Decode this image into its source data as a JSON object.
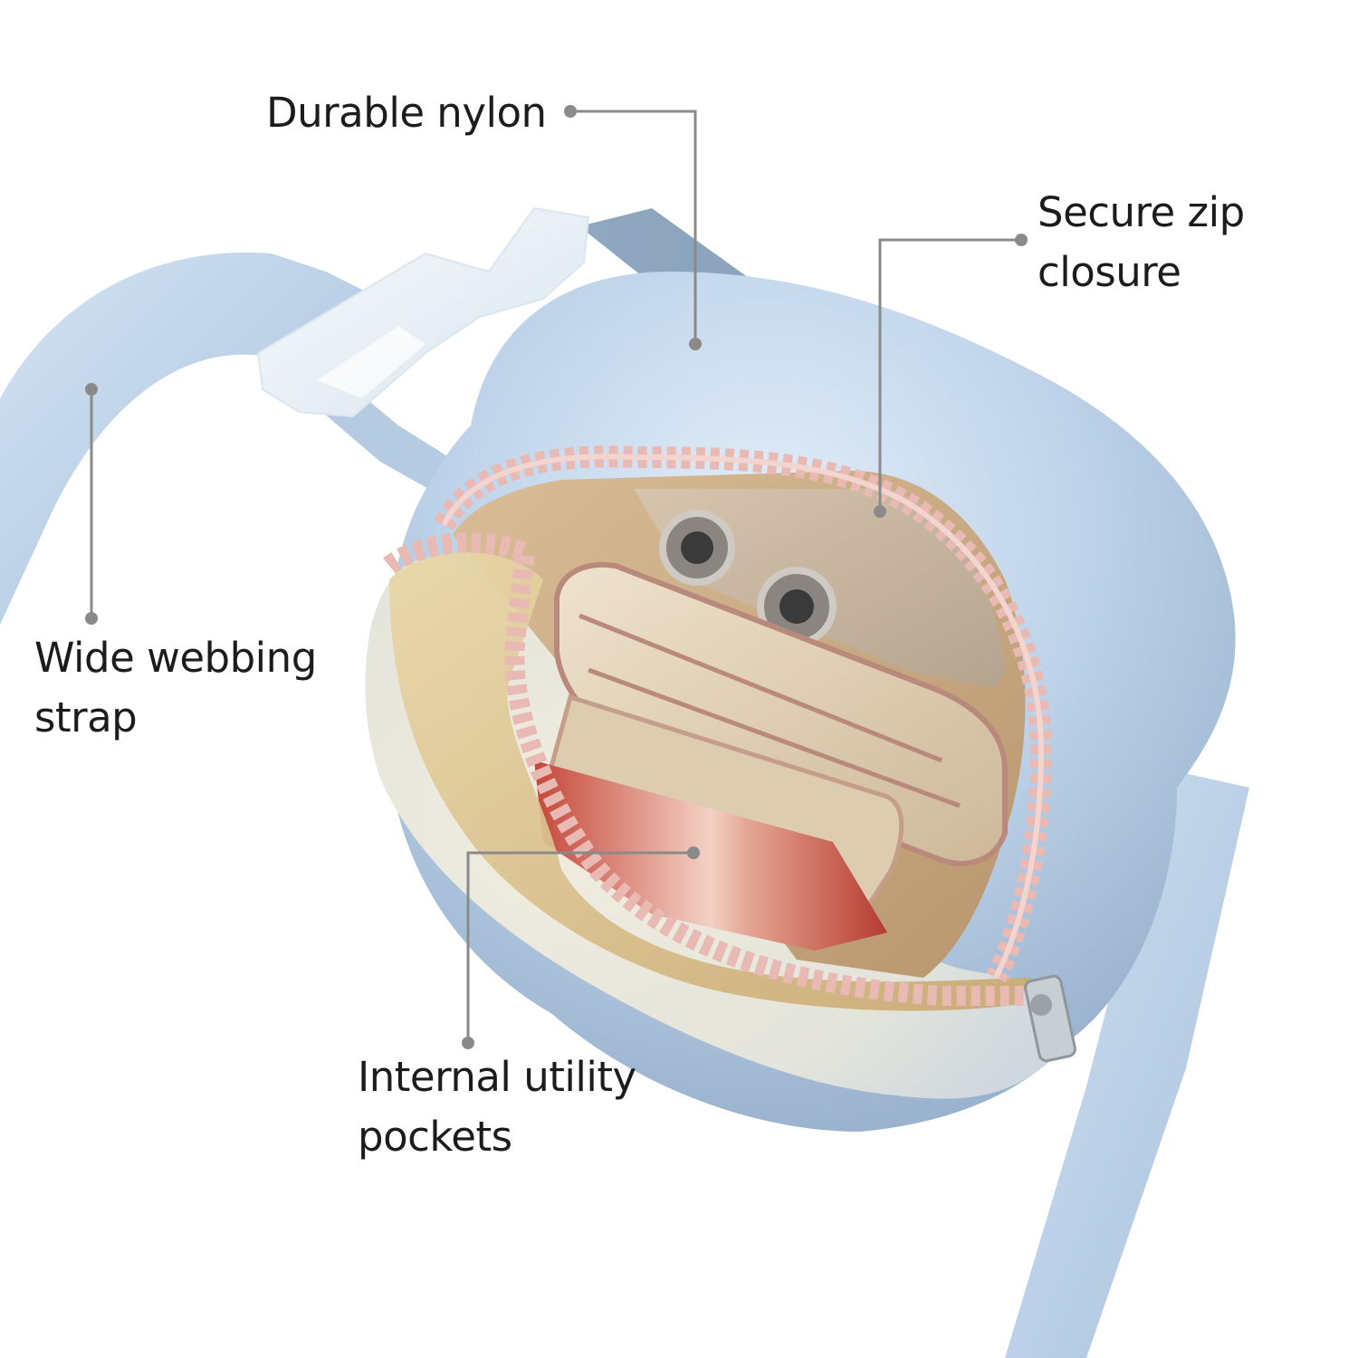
{
  "callouts": {
    "nylon": {
      "lines": [
        "Durable nylon"
      ]
    },
    "zip": {
      "lines": [
        "Secure zip",
        "closure"
      ]
    },
    "strap": {
      "lines": [
        "Wide webbing",
        "strap"
      ]
    },
    "pockets": {
      "lines": [
        "Internal utility",
        "pockets"
      ]
    }
  },
  "colors": {
    "background": "#ffffff",
    "text": "#1c1c1c",
    "leader_line": "#8a8a8a",
    "bag_body": "#b9cee3",
    "zipper": "#e9b9b4",
    "lining": "#d3b48f",
    "strap": "#c2d6ea",
    "buckle": "#eaf1f6"
  },
  "photo": {
    "subject": "light blue nylon belt bag"
  }
}
